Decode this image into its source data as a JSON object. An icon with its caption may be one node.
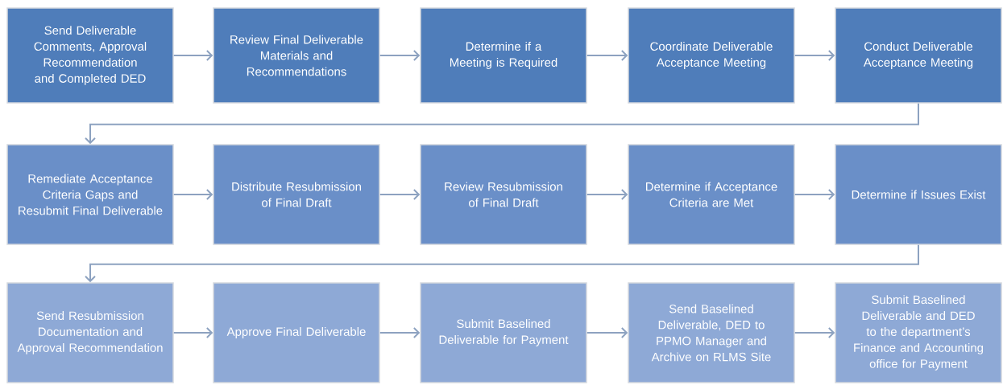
{
  "diagram": {
    "nodes": [
      {
        "text": [
          "Send Deliverable Comments, Approval Recommendation and Completed DED"
        ]
      },
      {
        "text": [
          "Review Final Deliverable Materials and Recommendations"
        ]
      },
      {
        "text": [
          "Determine if a Meeting is Required"
        ]
      },
      {
        "text": [
          "Coordinate Deliverable Acceptance Meeting"
        ]
      },
      {
        "text": [
          "Conduct Deliverable Acceptance Meeting"
        ]
      },
      {
        "text": [
          "Remediate Acceptance Criteria Gaps and Resubmit Final Deliverable"
        ]
      },
      {
        "text": [
          "Distribute Resubmission of Final Draft"
        ]
      },
      {
        "text": [
          "Review Resubmission of Final Draft"
        ]
      },
      {
        "text": [
          "Determine if Acceptance Criteria are Met"
        ]
      },
      {
        "text": [
          "Determine if Issues Exist"
        ]
      },
      {
        "text": [
          "Send Resubmission Documentation and Approval Recommendation"
        ]
      },
      {
        "text": [
          "Approve Final Deliverable"
        ]
      },
      {
        "text": [
          "Submit Baselined Deliverable for Payment"
        ]
      },
      {
        "text": [
          "Send Baselined Deliverable, DED to PPMO Manager and Archive on RLMS Site"
        ]
      },
      {
        "text": [
          "Submit Baselined Deliverable and DED to the department’s Finance and Accounting office for Payment"
        ]
      }
    ],
    "edges": [
      {
        "from": 0,
        "to": 1,
        "arrow": "to"
      },
      {
        "from": 1,
        "to": 2,
        "arrow": "to"
      },
      {
        "from": 2,
        "to": 3,
        "arrow": "to"
      },
      {
        "from": 3,
        "to": 4,
        "arrow": "to"
      },
      {
        "from": 4,
        "to": 5,
        "arrow": "to"
      },
      {
        "from": 5,
        "to": 6,
        "arrow": "to"
      },
      {
        "from": 6,
        "to": 7,
        "arrow": "to"
      },
      {
        "from": 7,
        "to": 8,
        "arrow": "to"
      },
      {
        "from": 8,
        "to": 9,
        "arrow": "to"
      },
      {
        "from": 9,
        "to": 10,
        "arrow": "to"
      },
      {
        "from": 10,
        "to": 11,
        "arrow": "to"
      },
      {
        "from": 11,
        "to": 12,
        "arrow": "to"
      },
      {
        "from": 12,
        "to": 13,
        "arrow": "to"
      },
      {
        "from": 13,
        "to": 14,
        "arrow": "to"
      }
    ]
  }
}
